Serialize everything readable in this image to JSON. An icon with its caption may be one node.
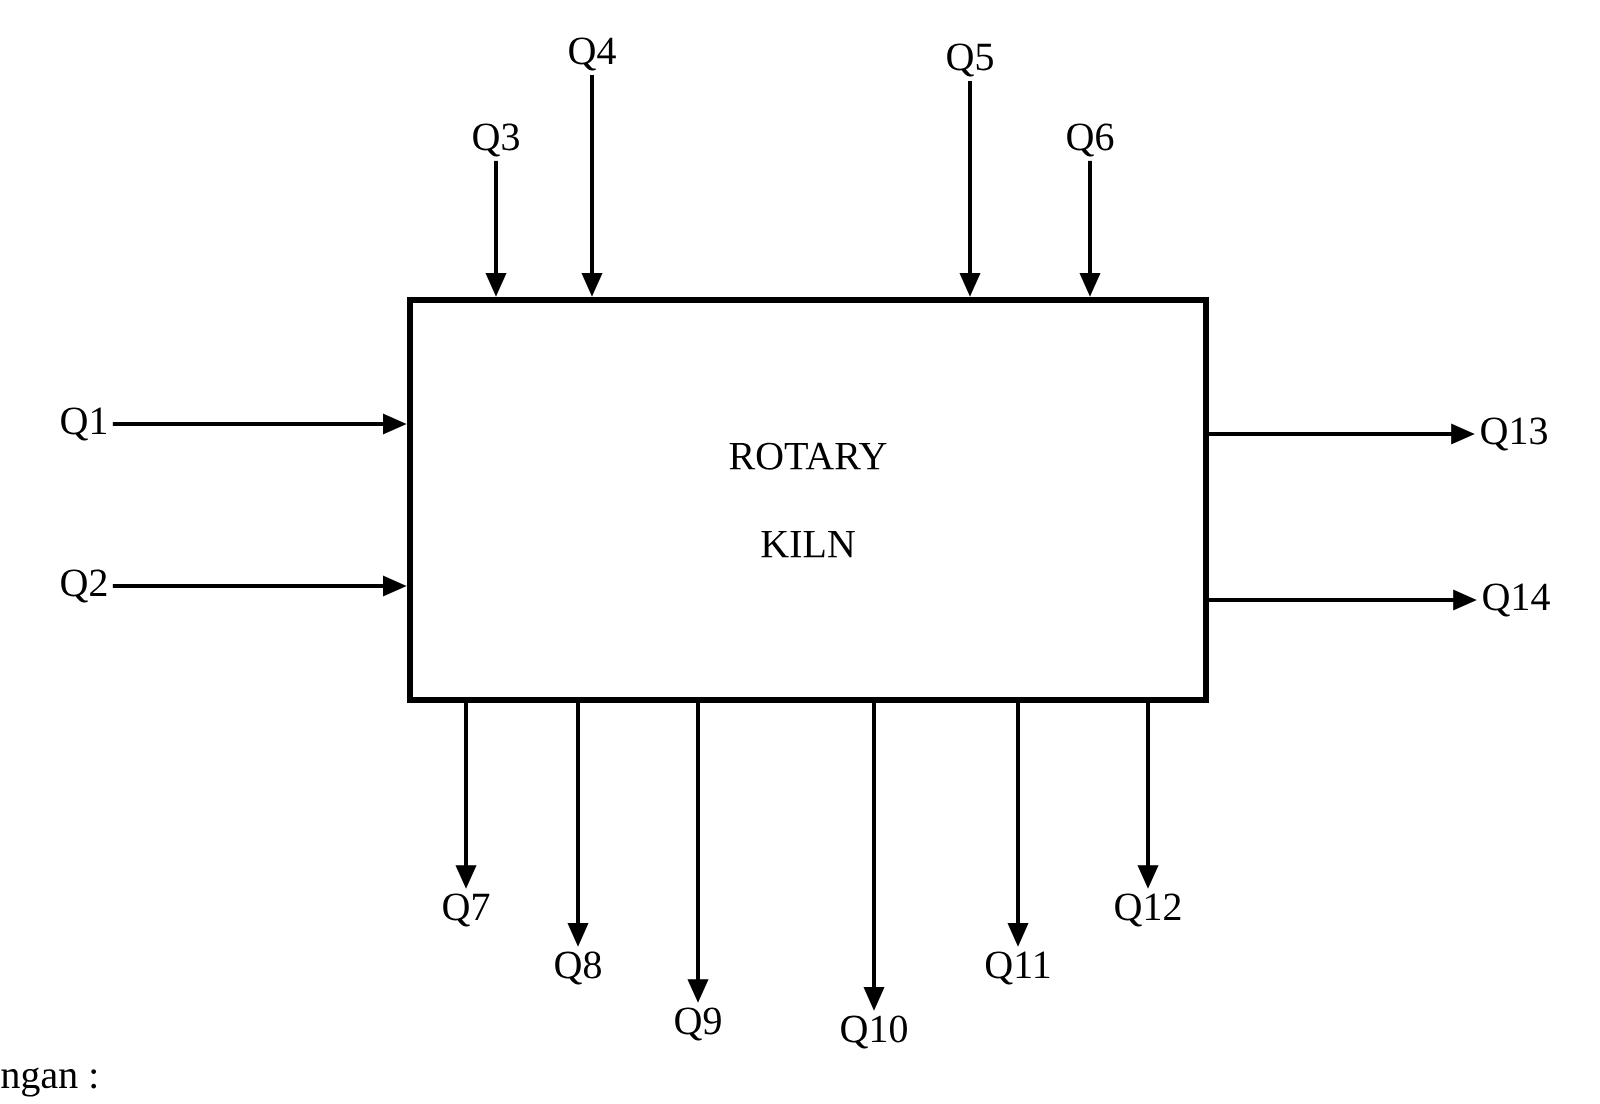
{
  "diagram": {
    "nodes": [
      {
        "text": [
          "ROTARY KILN"
        ]
      },
      {
        "text": [
          "Q1"
        ]
      },
      {
        "text": [
          "Q2"
        ]
      },
      {
        "text": [
          "Q3"
        ]
      },
      {
        "text": [
          "Q4"
        ]
      },
      {
        "text": [
          "Q5"
        ]
      },
      {
        "text": [
          "Q6"
        ]
      },
      {
        "text": [
          "Q7"
        ]
      },
      {
        "text": [
          "Q8"
        ]
      },
      {
        "text": [
          "Q9"
        ]
      },
      {
        "text": [
          "Q10"
        ]
      },
      {
        "text": [
          "Q11"
        ]
      },
      {
        "text": [
          "Q12"
        ]
      },
      {
        "text": [
          "Q13"
        ]
      },
      {
        "text": [
          "Q14"
        ]
      }
    ],
    "edges": [
      {
        "from": 1,
        "to": 0,
        "arrow": "to"
      },
      {
        "from": 2,
        "to": 0,
        "arrow": "to"
      },
      {
        "from": 3,
        "to": 0,
        "arrow": "to"
      },
      {
        "from": 4,
        "to": 0,
        "arrow": "to"
      },
      {
        "from": 5,
        "to": 0,
        "arrow": "to"
      },
      {
        "from": 6,
        "to": 0,
        "arrow": "to"
      },
      {
        "from": 0,
        "to": 7,
        "arrow": "to"
      },
      {
        "from": 0,
        "to": 8,
        "arrow": "to"
      },
      {
        "from": 0,
        "to": 9,
        "arrow": "to"
      },
      {
        "from": 0,
        "to": 10,
        "arrow": "to"
      },
      {
        "from": 0,
        "to": 11,
        "arrow": "to"
      },
      {
        "from": 0,
        "to": 12,
        "arrow": "to"
      },
      {
        "from": 0,
        "to": 13,
        "arrow": "to"
      },
      {
        "from": 0,
        "to": 14,
        "arrow": "to"
      }
    ],
    "labels": [
      "ngan :"
    ]
  }
}
